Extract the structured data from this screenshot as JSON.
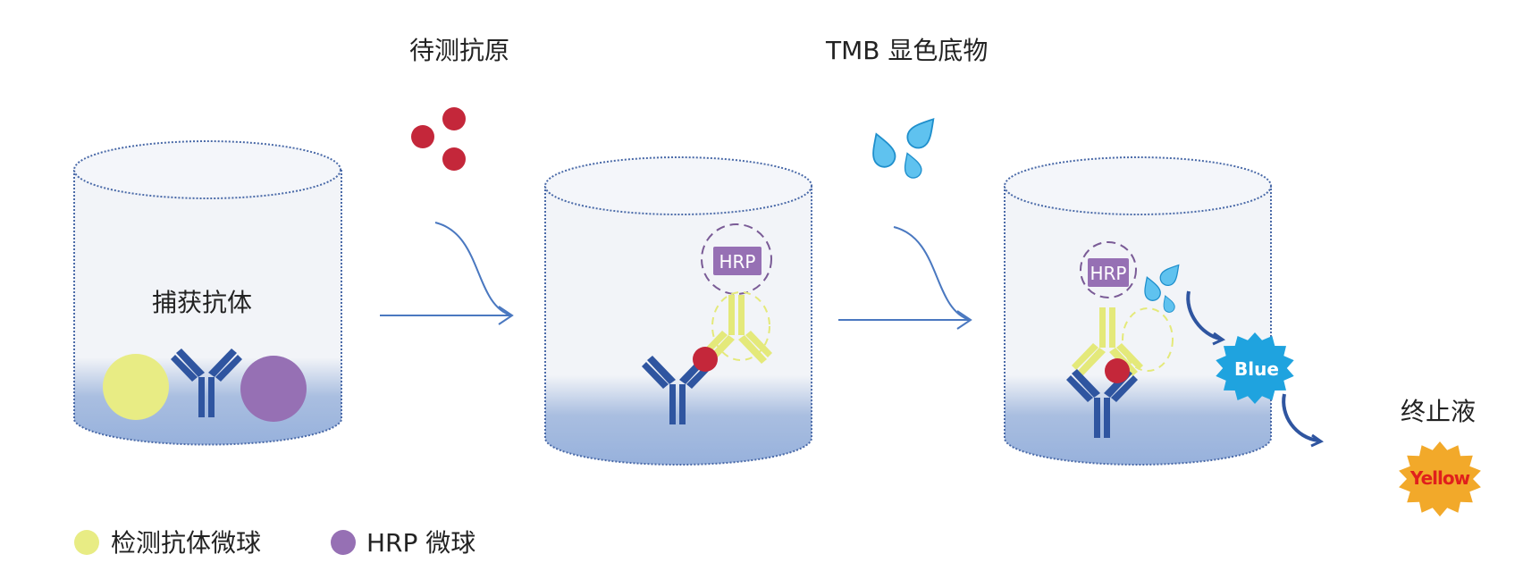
{
  "labels": {
    "antigen": "待测抗原",
    "substrate": "TMB 显色底物",
    "capture_antibody": "捕获抗体",
    "stop_solution": "终止液",
    "hrp": "HRP",
    "blue": "Blue",
    "yellow": "Yellow"
  },
  "legend": [
    {
      "label": "检测抗体微球",
      "color": "#e8ec84"
    },
    {
      "label": "HRP 微球",
      "color": "#9670b4"
    }
  ],
  "colors": {
    "antibody": "#2f55a0",
    "antigen": "#c4273a",
    "detection": "#e4e97a",
    "hrp": "#9670b4",
    "arrow": "#4a78c0",
    "blue_star": "#1fa3df",
    "yellow_star": "#f2a92a",
    "yellow_text": "#e0201c"
  }
}
